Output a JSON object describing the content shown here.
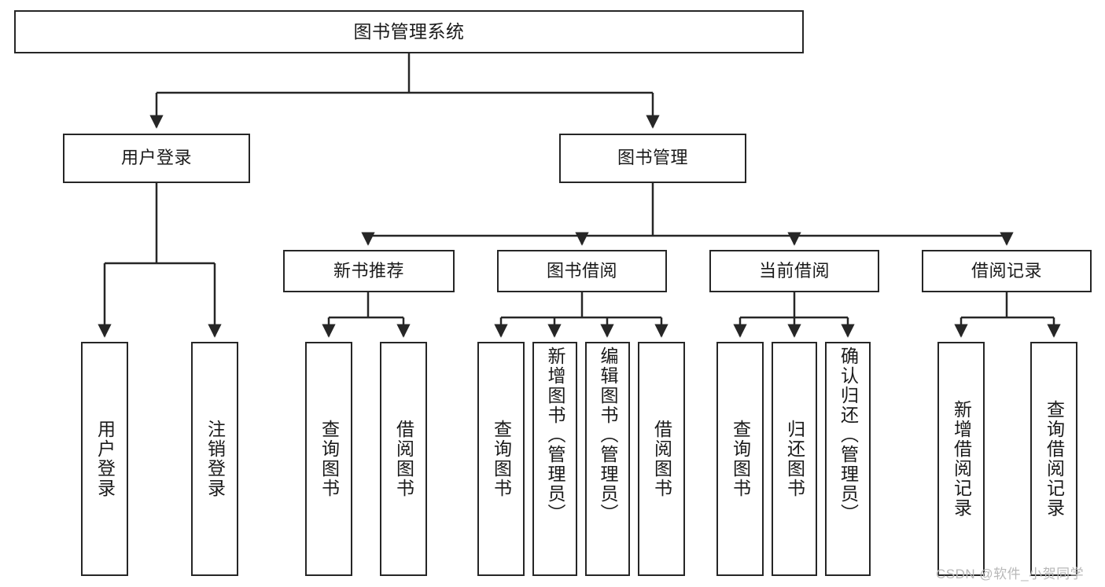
{
  "diagram": {
    "title": "图书管理系统",
    "type": "tree-hierarchy",
    "colors": {
      "box_border": "#262626",
      "connector": "#262626",
      "background": "#ffffff",
      "text": "#1a1a1a",
      "watermark": "#b8b8b8"
    },
    "root": {
      "label": "图书管理系统"
    },
    "level1": [
      {
        "label": "用户登录"
      },
      {
        "label": "图书管理"
      }
    ],
    "level2": [
      {
        "label": "新书推荐"
      },
      {
        "label": "图书借阅"
      },
      {
        "label": "当前借阅"
      },
      {
        "label": "借阅记录"
      }
    ],
    "leaves": {
      "user_login": [
        {
          "label": "用户登录"
        },
        {
          "label": "注销登录"
        }
      ],
      "new_book_recommend": [
        {
          "label": "查询图书"
        },
        {
          "label": "借阅图书"
        }
      ],
      "book_borrow": [
        {
          "label": "查询图书"
        },
        {
          "label": "新增图书（管理员）"
        },
        {
          "label": "编辑图书（管理员）"
        },
        {
          "label": "借阅图书"
        }
      ],
      "current_borrow": [
        {
          "label": "查询图书"
        },
        {
          "label": "归还图书"
        },
        {
          "label": "确认归还（管理员）"
        }
      ],
      "borrow_record": [
        {
          "label": "新增借阅记录"
        },
        {
          "label": "查询借阅记录"
        }
      ]
    },
    "watermark": "CSDN @软件_小贺同学"
  }
}
